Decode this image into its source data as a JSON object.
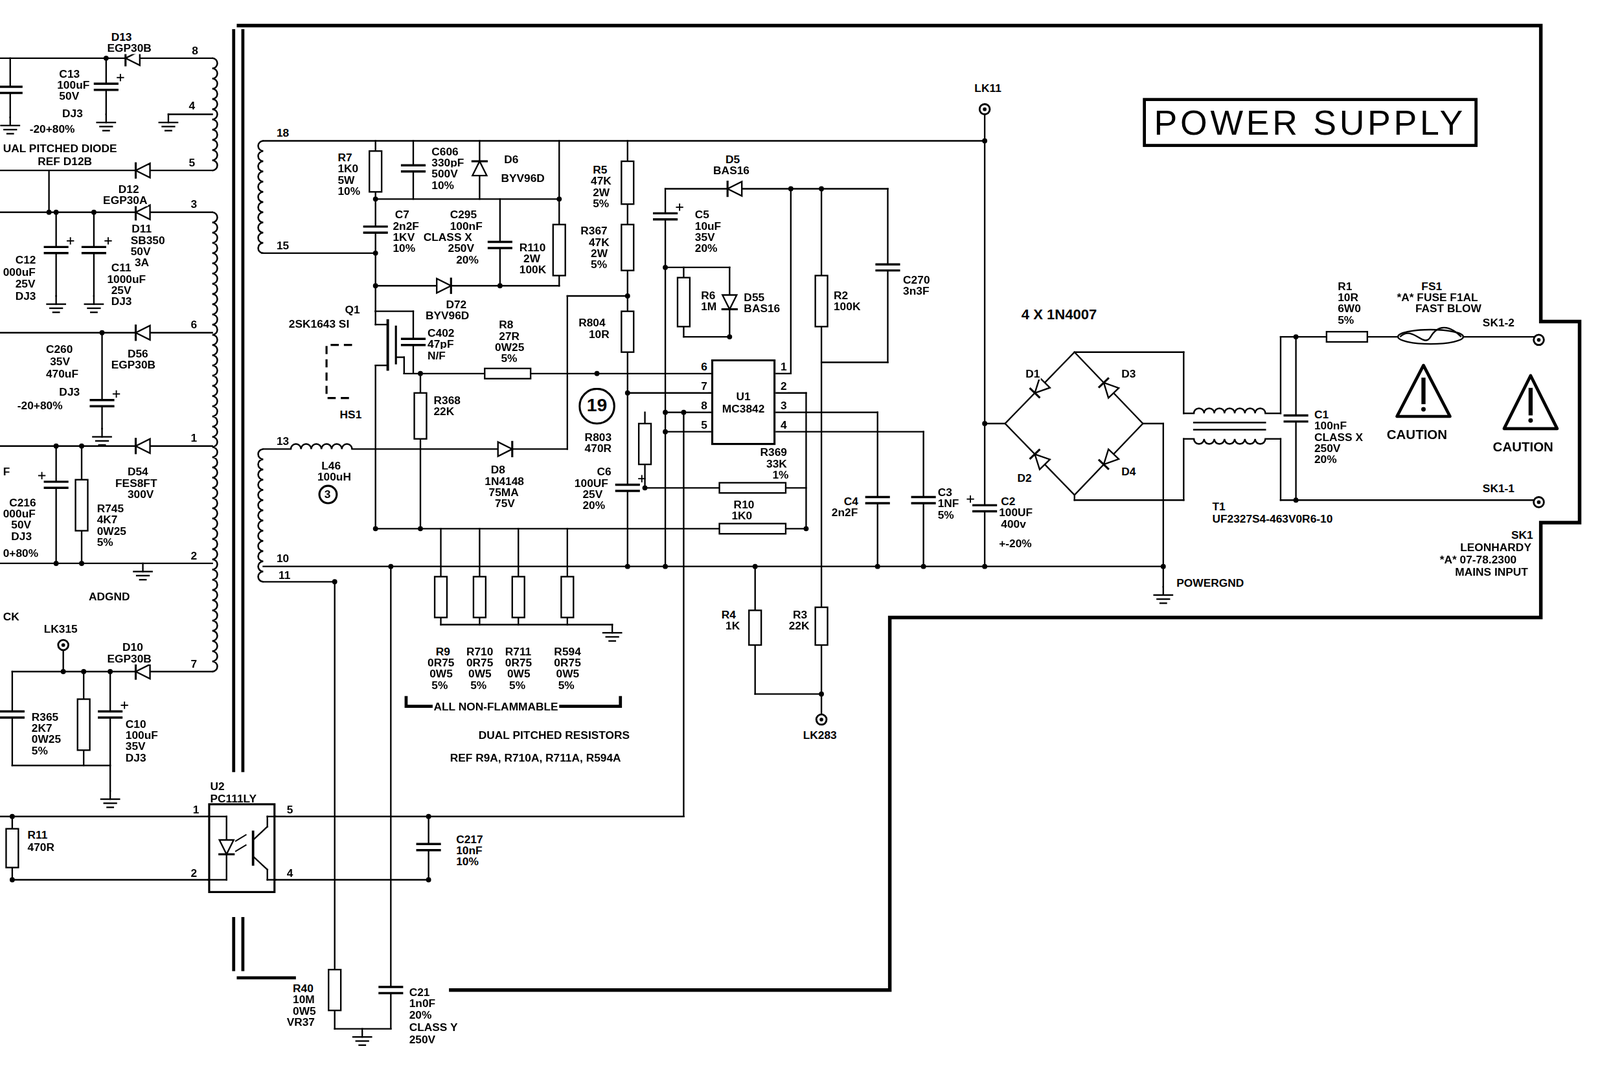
{
  "diagram": {
    "title": "POWER SUPPLY",
    "nodes": [
      {
        "text": [
          "U1",
          "MC3842"
        ]
      },
      {
        "text": [
          "U2",
          "PC111LY"
        ]
      },
      {
        "text": [
          "19"
        ]
      },
      {
        "text": [
          "3"
        ]
      }
    ],
    "labels": [
      "D13",
      "EGP30B",
      "8",
      "C13",
      "100uF",
      "50V",
      "DJ3",
      "-20+80%",
      "4",
      "UAL PITCHED DIODE",
      "REF D12B",
      "5",
      "D12",
      "EGP30A",
      "3",
      "D11",
      "SB350",
      "50V",
      "3A",
      "C12",
      "000uF",
      "25V",
      "DJ3",
      "C11",
      "1000uF",
      "25V",
      "DJ3",
      "6",
      "C260",
      "35V",
      "470uF",
      "DJ3",
      "-20+80%",
      "D56",
      "EGP30B",
      "1",
      "D54",
      "FES8FT",
      "300V",
      "F",
      "C216",
      "000uF",
      "50V",
      "DJ3",
      "0+80%",
      "R745",
      "4K7",
      "0W25",
      "5%",
      "2",
      "ADGND",
      "CK",
      "LK315",
      "D10",
      "EGP30B",
      "7",
      "R365",
      "2K7",
      "0W25",
      "5%",
      "C10",
      "100uF",
      "35V",
      "DJ3",
      "R11",
      "470R",
      "1",
      "5",
      "2",
      "4",
      "R40",
      "10M",
      "0W5",
      "VR37",
      "C21",
      "1n0F",
      "20%",
      "CLASS Y",
      "250V",
      "C217",
      "10nF",
      "10%",
      "18",
      "15",
      "13",
      "10",
      "11",
      "R7",
      "1K0",
      "5W",
      "10%",
      "C606",
      "330pF",
      "500V",
      "10%",
      "D6",
      "BYV96D",
      "C295",
      "100nF",
      "CLASS X",
      "250V",
      "20%",
      "R110",
      "2W",
      "100K",
      "C7",
      "2n2F",
      "1KV",
      "10%",
      "D72",
      "BYV96D",
      "Q1",
      "2SK1643 SI",
      "C402",
      "47pF",
      "N/F",
      "R8",
      "27R",
      "0W25",
      "5%",
      "HS1",
      "R368",
      "22K",
      "L46",
      "100uH",
      "D8",
      "1N4148",
      "75MA",
      "75V",
      "R803",
      "470R",
      "R5",
      "47K",
      "2W",
      "5%",
      "R367",
      "47K",
      "2W",
      "5%",
      "R804",
      "10R",
      "C6",
      "100UF",
      "25V",
      "20%",
      "D5",
      "BAS16",
      "C5",
      "10uF",
      "35V",
      "20%",
      "R6",
      "1M",
      "D55",
      "BAS16",
      "R2",
      "100K",
      "C270",
      "3n3F",
      "6",
      "7",
      "8",
      "5",
      "1",
      "2",
      "3",
      "4",
      "R369",
      "33K",
      "1%",
      "R10",
      "1K0",
      "C4",
      "2n2F",
      "C3",
      "1NF",
      "5%",
      "R9",
      "0R75",
      "0W5",
      "5%",
      "R710",
      "0R75",
      "0W5",
      "5%",
      "R711",
      "0R75",
      "0W5",
      "5%",
      "R594",
      "0R75",
      "0W5",
      "5%",
      "ALL NON-FLAMMABLE",
      "DUAL PITCHED RESISTORS",
      "REF R9A, R710A, R711A, R594A",
      "R4",
      "1K",
      "R3",
      "22K",
      "LK283",
      "LK11",
      "C2",
      "100UF",
      "400v",
      "+-20%",
      "4 X 1N4007",
      "D1",
      "D3",
      "D2",
      "D4",
      "POWERGND",
      "T1",
      "UF2327S4-463V0R6-10",
      "C1",
      "100nF",
      "CLASS X",
      "250V",
      "20%",
      "R1",
      "10R",
      "6W0",
      "5%",
      "FS1",
      "*A* FUSE F1AL",
      "FAST BLOW",
      "SK1-2",
      "SK1-1",
      "CAUTION",
      "CAUTION",
      "SK1",
      "LEONHARDY",
      "*A* 07-78.2300",
      "MAINS INPUT"
    ]
  }
}
